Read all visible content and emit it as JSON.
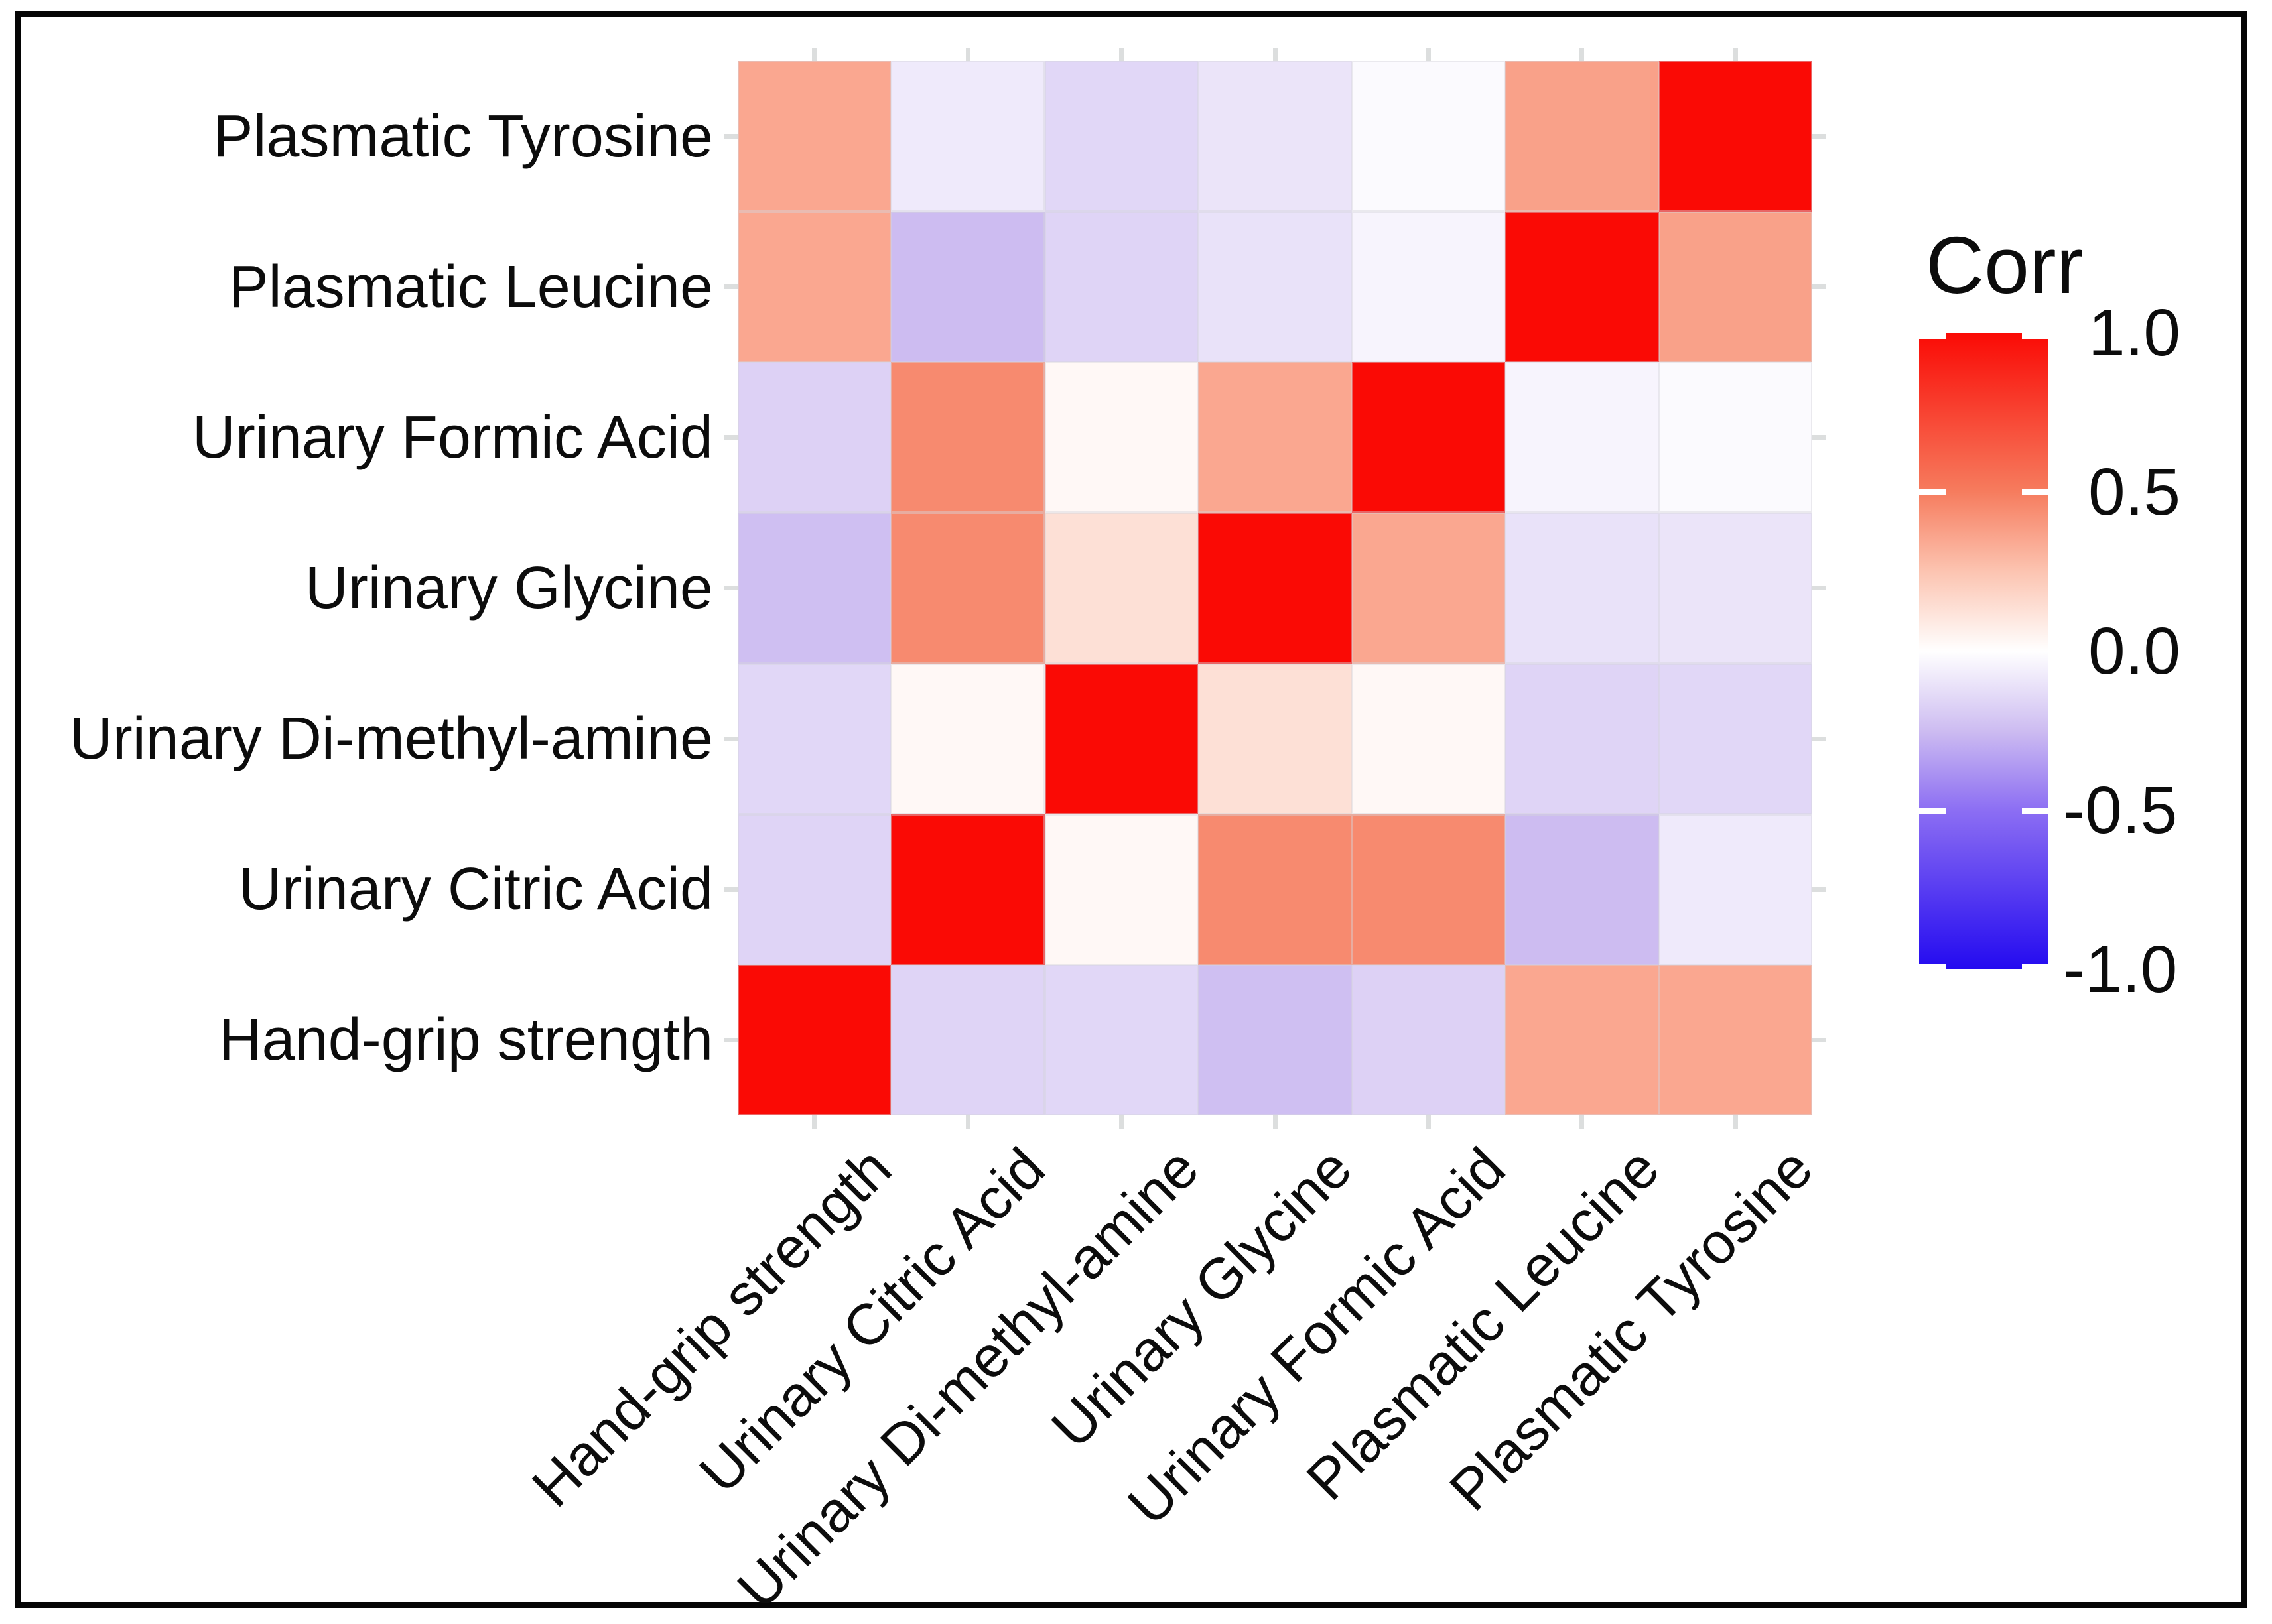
{
  "chart_data": {
    "type": "heatmap",
    "title": "",
    "legend_title": "Corr",
    "legend_position": "right",
    "x_labels": [
      "Hand-grip strength",
      "Urinary Citric Acid",
      "Urinary Di-methyl-amine",
      "Urinary Glycine",
      "Urinary Formic Acid",
      "Plasmatic Leucine",
      "Plasmatic Tyrosine"
    ],
    "y_labels": [
      "Plasmatic Tyrosine",
      "Plasmatic Leucine",
      "Urinary Formic Acid",
      "Urinary Glycine",
      "Urinary Di-methyl-amine",
      "Urinary Citric Acid",
      "Hand-grip strength"
    ],
    "values": [
      [
        0.35,
        -0.08,
        -0.15,
        -0.1,
        -0.02,
        0.37,
        1.0
      ],
      [
        0.35,
        -0.25,
        -0.16,
        -0.11,
        -0.04,
        1.0,
        0.37
      ],
      [
        -0.17,
        0.45,
        0.03,
        0.35,
        1.0,
        -0.04,
        -0.02
      ],
      [
        -0.24,
        0.45,
        0.13,
        1.0,
        0.35,
        -0.11,
        -0.1
      ],
      [
        -0.15,
        0.03,
        1.0,
        0.13,
        0.03,
        -0.16,
        -0.15
      ],
      [
        -0.16,
        1.0,
        0.03,
        0.45,
        0.45,
        -0.25,
        -0.08
      ],
      [
        1.0,
        -0.16,
        -0.15,
        -0.24,
        -0.17,
        0.35,
        0.35
      ]
    ],
    "value_range": [
      -1,
      1
    ],
    "grid": true,
    "legend_ticks": [
      {
        "label": "1.0",
        "value": 1.0
      },
      {
        "label": "0.5",
        "value": 0.5
      },
      {
        "label": "0.0",
        "value": 0.0
      },
      {
        "label": "-0.5",
        "value": -0.5
      },
      {
        "label": "-1.0",
        "value": -1.0
      }
    ],
    "colorbar_dash_values": [
      1.0,
      0.5,
      -0.5,
      -1.0
    ],
    "gradient_stops": [
      {
        "value": 1.0,
        "color": "#FA0A05"
      },
      {
        "value": 0.5,
        "color": "#F67C5E"
      },
      {
        "value": 0.25,
        "color": "#FCC4B1"
      },
      {
        "value": 0.0,
        "color": "#FFFFFF"
      },
      {
        "value": -0.25,
        "color": "#CDBCF1"
      },
      {
        "value": -0.5,
        "color": "#8C6EF3"
      },
      {
        "value": -1.0,
        "color": "#230AF0"
      }
    ]
  }
}
